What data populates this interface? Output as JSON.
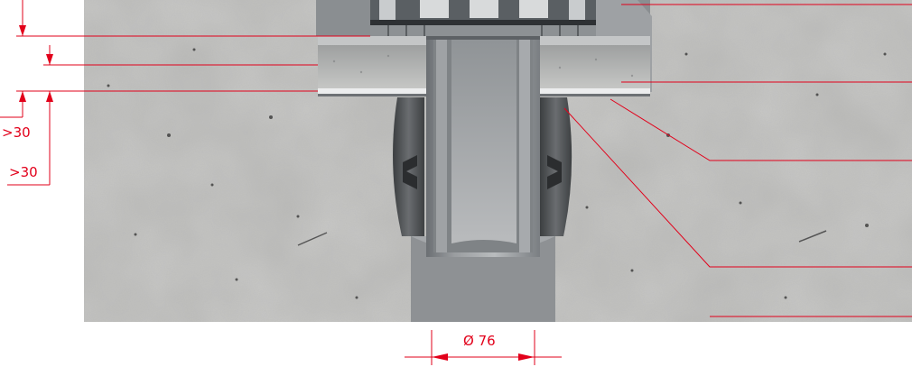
{
  "dimensions": {
    "edge_dist_upper": ">30",
    "edge_dist_lower": ">30",
    "pipe_diameter": "Ø 76"
  },
  "colors": {
    "annotation": "#e2001a",
    "concrete": "#b4b4b2",
    "metal": "#a9adb1",
    "dark_metal": "#6f757b",
    "pipe": "#8c8f92"
  },
  "annotations": {
    "leader_lines_count": 6
  }
}
